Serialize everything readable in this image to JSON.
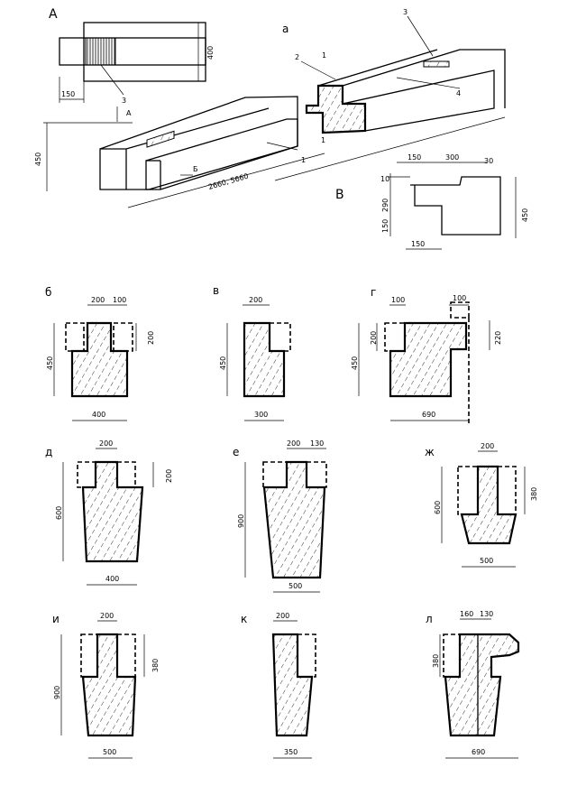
{
  "title": "Reinforced concrete lintel types",
  "view_a": {
    "label": "А",
    "dims": [
      "400",
      "150"
    ],
    "callout": "3"
  },
  "iso": {
    "label": "а",
    "callouts": [
      "1",
      "2",
      "3",
      "4"
    ],
    "section_marks": [
      "1",
      "1"
    ],
    "view_marks": [
      "А",
      "Б"
    ],
    "dims": [
      "450",
      "2660, 5660"
    ]
  },
  "view_b": {
    "label": "В",
    "dims": [
      "150",
      "300",
      "30",
      "10",
      "290",
      "150",
      "150",
      "450"
    ]
  },
  "sections": {
    "b": {
      "label": "б",
      "dims": [
        "200",
        "100",
        "450",
        "200",
        "400"
      ]
    },
    "v": {
      "label": "в",
      "dims": [
        "200",
        "450",
        "300"
      ]
    },
    "g": {
      "label": "г",
      "dims": [
        "100",
        "100",
        "200",
        "450",
        "220",
        "690"
      ]
    },
    "d": {
      "label": "д",
      "dims": [
        "200",
        "200",
        "600",
        "400"
      ]
    },
    "e": {
      "label": "е",
      "dims": [
        "200",
        "130",
        "900",
        "500"
      ]
    },
    "zh": {
      "label": "ж",
      "dims": [
        "200",
        "600",
        "380",
        "500"
      ]
    },
    "i": {
      "label": "и",
      "dims": [
        "200",
        "900",
        "380",
        "500"
      ]
    },
    "k": {
      "label": "к",
      "dims": [
        "200",
        "350"
      ]
    },
    "l": {
      "label": "л",
      "dims": [
        "160",
        "130",
        "380",
        "690"
      ]
    }
  }
}
